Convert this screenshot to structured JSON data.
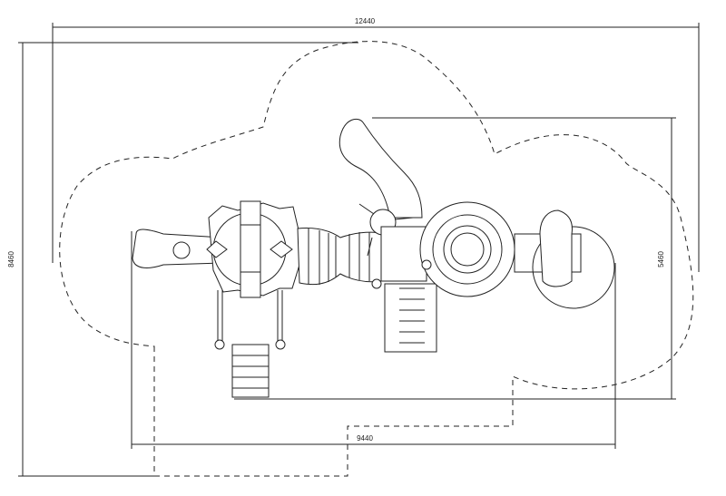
{
  "drawing": {
    "dimensions": {
      "overall_width": "12440",
      "overall_height": "8460",
      "equipment_height": "5460",
      "equipment_width": "9440"
    }
  }
}
